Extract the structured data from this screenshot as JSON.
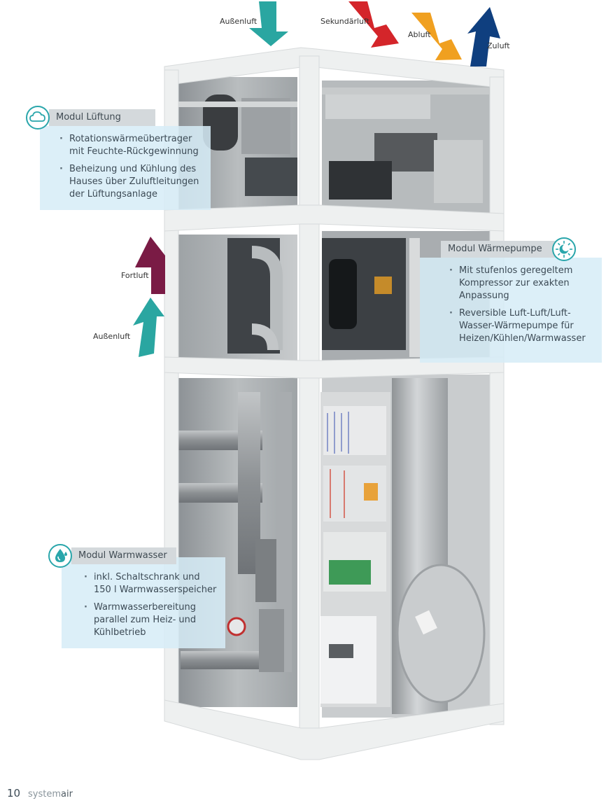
{
  "flows": {
    "aussenluft_top": "Außenluft",
    "sekundaerluft": "Sekundärluft",
    "abluft": "Abluft",
    "zuluft": "Zuluft",
    "fortluft": "Fortluft",
    "aussenluft_side": "Außenluft"
  },
  "modules": {
    "lueftung": {
      "title": "Modul Lüftung",
      "icon": "cloud-icon",
      "items": [
        "Rotationswärmeübertrager mit Feuchte-Rückgewinnung",
        "Beheizung und Kühlung des Hauses über Zuluftleitungen der Lüftungsanlage"
      ]
    },
    "waermepumpe": {
      "title": "Modul Wärmepumpe",
      "icon": "sun-moon-icon",
      "items": [
        "Mit stufenlos geregeltem Kompressor zur exakten Anpassung",
        "Reversible Luft-Luft/Luft-Wasser-Wärmepumpe für Heizen/Kühlen/Warmwasser"
      ]
    },
    "warmwasser": {
      "title": "Modul Warmwasser",
      "icon": "water-drop-icon",
      "items": [
        "inkl. Schaltschrank und 150 l Warmwasserspeicher",
        "Warmwasserbereitung parallel zum Heiz- und Kühlbetrieb"
      ]
    }
  },
  "footer": {
    "page_number": "10",
    "brand_prefix": "system",
    "brand_suffix": "air"
  },
  "colors": {
    "outside_air": "#2aa6a1",
    "secondary_air": "#d4252a",
    "extract_air": "#f0a020",
    "supply_air": "#0f3f7f",
    "exhaust_air": "#7a1b45",
    "accent": "#2aa6ab"
  }
}
